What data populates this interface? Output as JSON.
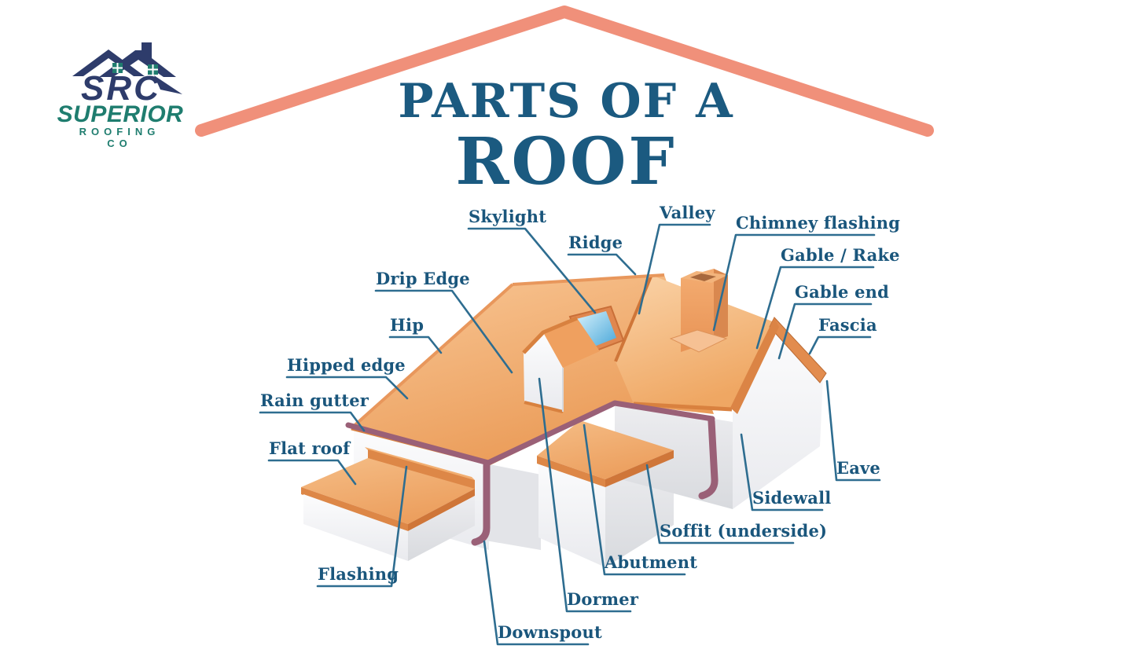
{
  "logo": {
    "monogram": "SRC",
    "name": "SUPERIOR",
    "tagline": "ROOFING CO"
  },
  "title": {
    "line1": "PARTS OF A",
    "line2": "ROOF"
  },
  "labels": [
    {
      "id": "skylight",
      "text": "Skylight"
    },
    {
      "id": "ridge",
      "text": "Ridge"
    },
    {
      "id": "valley",
      "text": "Valley"
    },
    {
      "id": "chimney-flashing",
      "text": "Chimney flashing"
    },
    {
      "id": "gable-rake",
      "text": "Gable / Rake"
    },
    {
      "id": "gable-end",
      "text": "Gable end"
    },
    {
      "id": "fascia",
      "text": "Fascia"
    },
    {
      "id": "eave",
      "text": "Eave"
    },
    {
      "id": "sidewall",
      "text": "Sidewall"
    },
    {
      "id": "soffit",
      "text": "Soffit (underside)"
    },
    {
      "id": "abutment",
      "text": "Abutment"
    },
    {
      "id": "dormer",
      "text": "Dormer"
    },
    {
      "id": "downspout",
      "text": "Downspout"
    },
    {
      "id": "flashing",
      "text": "Flashing"
    },
    {
      "id": "flat-roof",
      "text": "Flat roof"
    },
    {
      "id": "rain-gutter",
      "text": "Rain gutter"
    },
    {
      "id": "hipped-edge",
      "text": "Hipped edge"
    },
    {
      "id": "hip",
      "text": "Hip"
    },
    {
      "id": "drip-edge",
      "text": "Drip Edge"
    }
  ],
  "colors": {
    "accent_salmon": "#F0907A",
    "title_blue": "#1B5A80",
    "label_blue": "#1A567C",
    "leader_line": "#2E6D90",
    "roof_orange": "#EFA05F",
    "roof_trim": "#D9813F",
    "wall_white": "#F7F8FA",
    "gutter_mauve": "#9A6077",
    "skylight_blue": "#49A8DA",
    "logo_navy": "#2E3C6B",
    "logo_teal": "#1F7D6F"
  }
}
